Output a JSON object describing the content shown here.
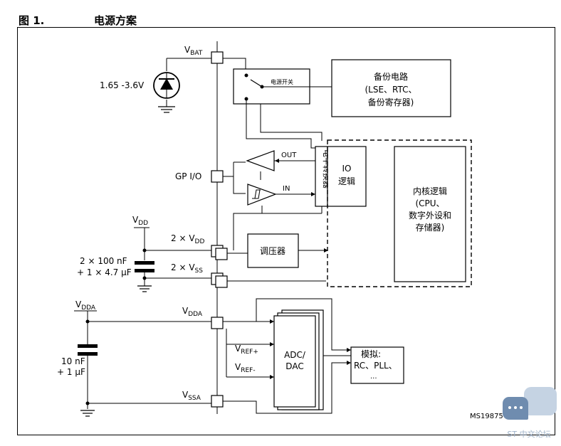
{
  "figure": {
    "number": "图 1.",
    "title": "电源方案"
  },
  "labels": {
    "vbat": "BAT",
    "vbat_prefix": "V",
    "battery_range": "1.65 -3.6V",
    "power_switch": "电源开关",
    "backup_circuit": [
      "备份电路",
      "(LSE、RTC、",
      "备份寄存器)"
    ],
    "gpio": "GP I/O",
    "out": "OUT",
    "in": "IN",
    "level_shifter": "电平转换器",
    "io_logic": [
      "IO",
      "逻辑"
    ],
    "kernel_logic": [
      "内核逻辑",
      "(CPU、",
      "数字外设和",
      "存储器)"
    ],
    "vdd_label": "DD",
    "vdd_prefix": "V",
    "two_vdd": "2 × V",
    "two_vdd_sub": "DD",
    "regulator": "调压器",
    "cap_main": [
      "2 × 100 nF",
      "+ 1 × 4.7 µF"
    ],
    "two_vss": "2 × V",
    "two_vss_sub": "SS",
    "vdda_label": "DDA",
    "vdda_prefix": "V",
    "vdda_pin": "DDA",
    "cap_analog": [
      "10 nF",
      "+ 1 µF"
    ],
    "vref_plus": "REF+",
    "vref_minus": "REF-",
    "vref_prefix": "V",
    "adc_dac": [
      "ADC/",
      "DAC"
    ],
    "analog": [
      "模拟:",
      "RC、PLL、",
      "..."
    ],
    "vssa": "SSA",
    "vssa_prefix": "V",
    "doc_id": "MS19875V2"
  },
  "watermark": {
    "text": "ST 中文论坛",
    "colors": {
      "light": "#c5d3e3",
      "dark": "#6f8caf"
    }
  }
}
